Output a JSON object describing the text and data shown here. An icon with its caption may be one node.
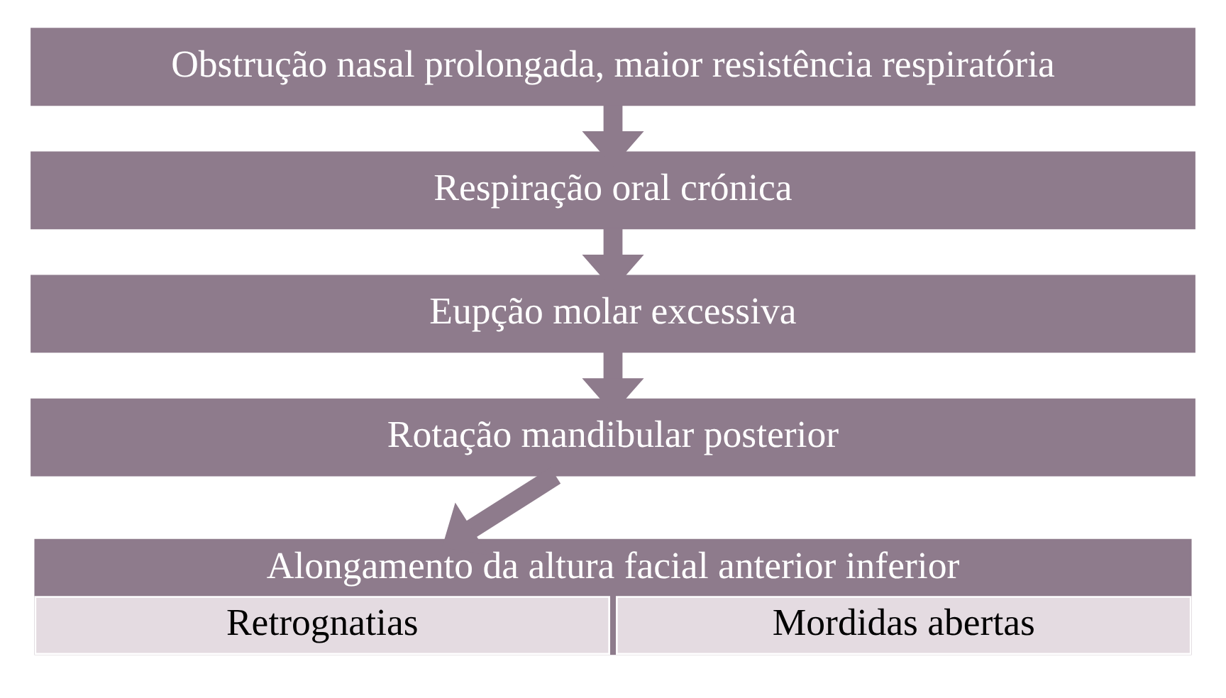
{
  "diagram": {
    "nodes": [
      {
        "text": [
          "Obstrução nasal prolongada, maior resistência respiratória"
        ]
      },
      {
        "text": [
          "Respiração oral crónica"
        ]
      },
      {
        "text": [
          "Eupção molar excessiva"
        ]
      },
      {
        "text": [
          "Rotação mandibular posterior"
        ]
      },
      {
        "text": [
          "Alongamento da altura facial anterior inferior"
        ]
      },
      {
        "text": [
          "Retrognatias"
        ],
        "in": 4
      },
      {
        "text": [
          "Mordidas abertas"
        ],
        "in": 4
      }
    ],
    "edges": [
      {
        "from": 0,
        "to": 1,
        "arrow": "to"
      },
      {
        "from": 1,
        "to": 2,
        "arrow": "to"
      },
      {
        "from": 2,
        "to": 3,
        "arrow": "to"
      },
      {
        "from": 3,
        "to": 4,
        "arrow": "to"
      }
    ]
  }
}
